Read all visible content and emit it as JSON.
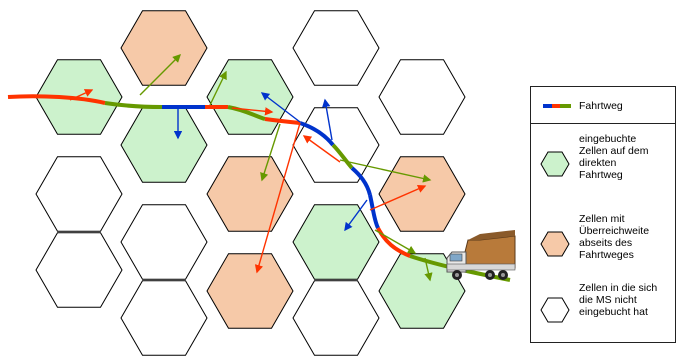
{
  "colors": {
    "direct_cell": "#ccf2cc",
    "overreach_cell": "#f6c9a8",
    "empty_cell": "#ffffff",
    "path_red": "#ff3300",
    "path_green": "#669900",
    "path_blue": "#0033cc",
    "arrow_olive": "#669900",
    "arrow_red": "#ff3300",
    "arrow_blue": "#0033cc"
  },
  "legend": {
    "route_label": "Fahrtweg",
    "direct_label": "eingebuchte\nZellen auf dem\ndirekten\nFahrtweg",
    "overreach_label": "Zellen mit\nÜberreichweite\nabseits des\nFahrtweges",
    "unregistered_label": "Zellen in die sich\ndie MS nicht\neingebucht hat"
  },
  "icons": {
    "vehicle": "delivery-truck-icon"
  }
}
